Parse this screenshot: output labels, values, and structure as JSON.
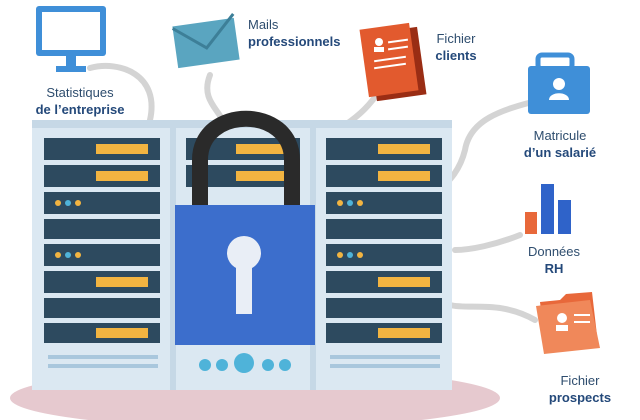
{
  "labels": {
    "statistiques": {
      "line1": "Statistiques",
      "line2": "de l’entreprise",
      "icon": "monitor-icon"
    },
    "mails": {
      "line1": "Mails",
      "line2": "professionnels",
      "icon": "envelope-icon"
    },
    "clients": {
      "line1": "Fichier",
      "line2": "clients",
      "icon": "client-file-icon"
    },
    "matricule": {
      "line1": "Matricule",
      "line2": "d’un salarié",
      "icon": "briefcase-icon"
    },
    "donnees": {
      "line1": "Données",
      "line2": "RH",
      "icon": "bar-chart-icon"
    },
    "prospects": {
      "line1": "Fichier",
      "line2": "prospects",
      "icon": "folder-icon"
    }
  },
  "colors": {
    "server_frame": "#dbe8f2",
    "server_unit": "#2d4a5f",
    "padlock": "#2f63c9",
    "padlock_shackle": "#2a2a2a",
    "ground": "#e6c9cf",
    "orange": "#e8683a",
    "blue_icon": "#3f8fd8",
    "teal_icon": "#5aa5c0"
  }
}
